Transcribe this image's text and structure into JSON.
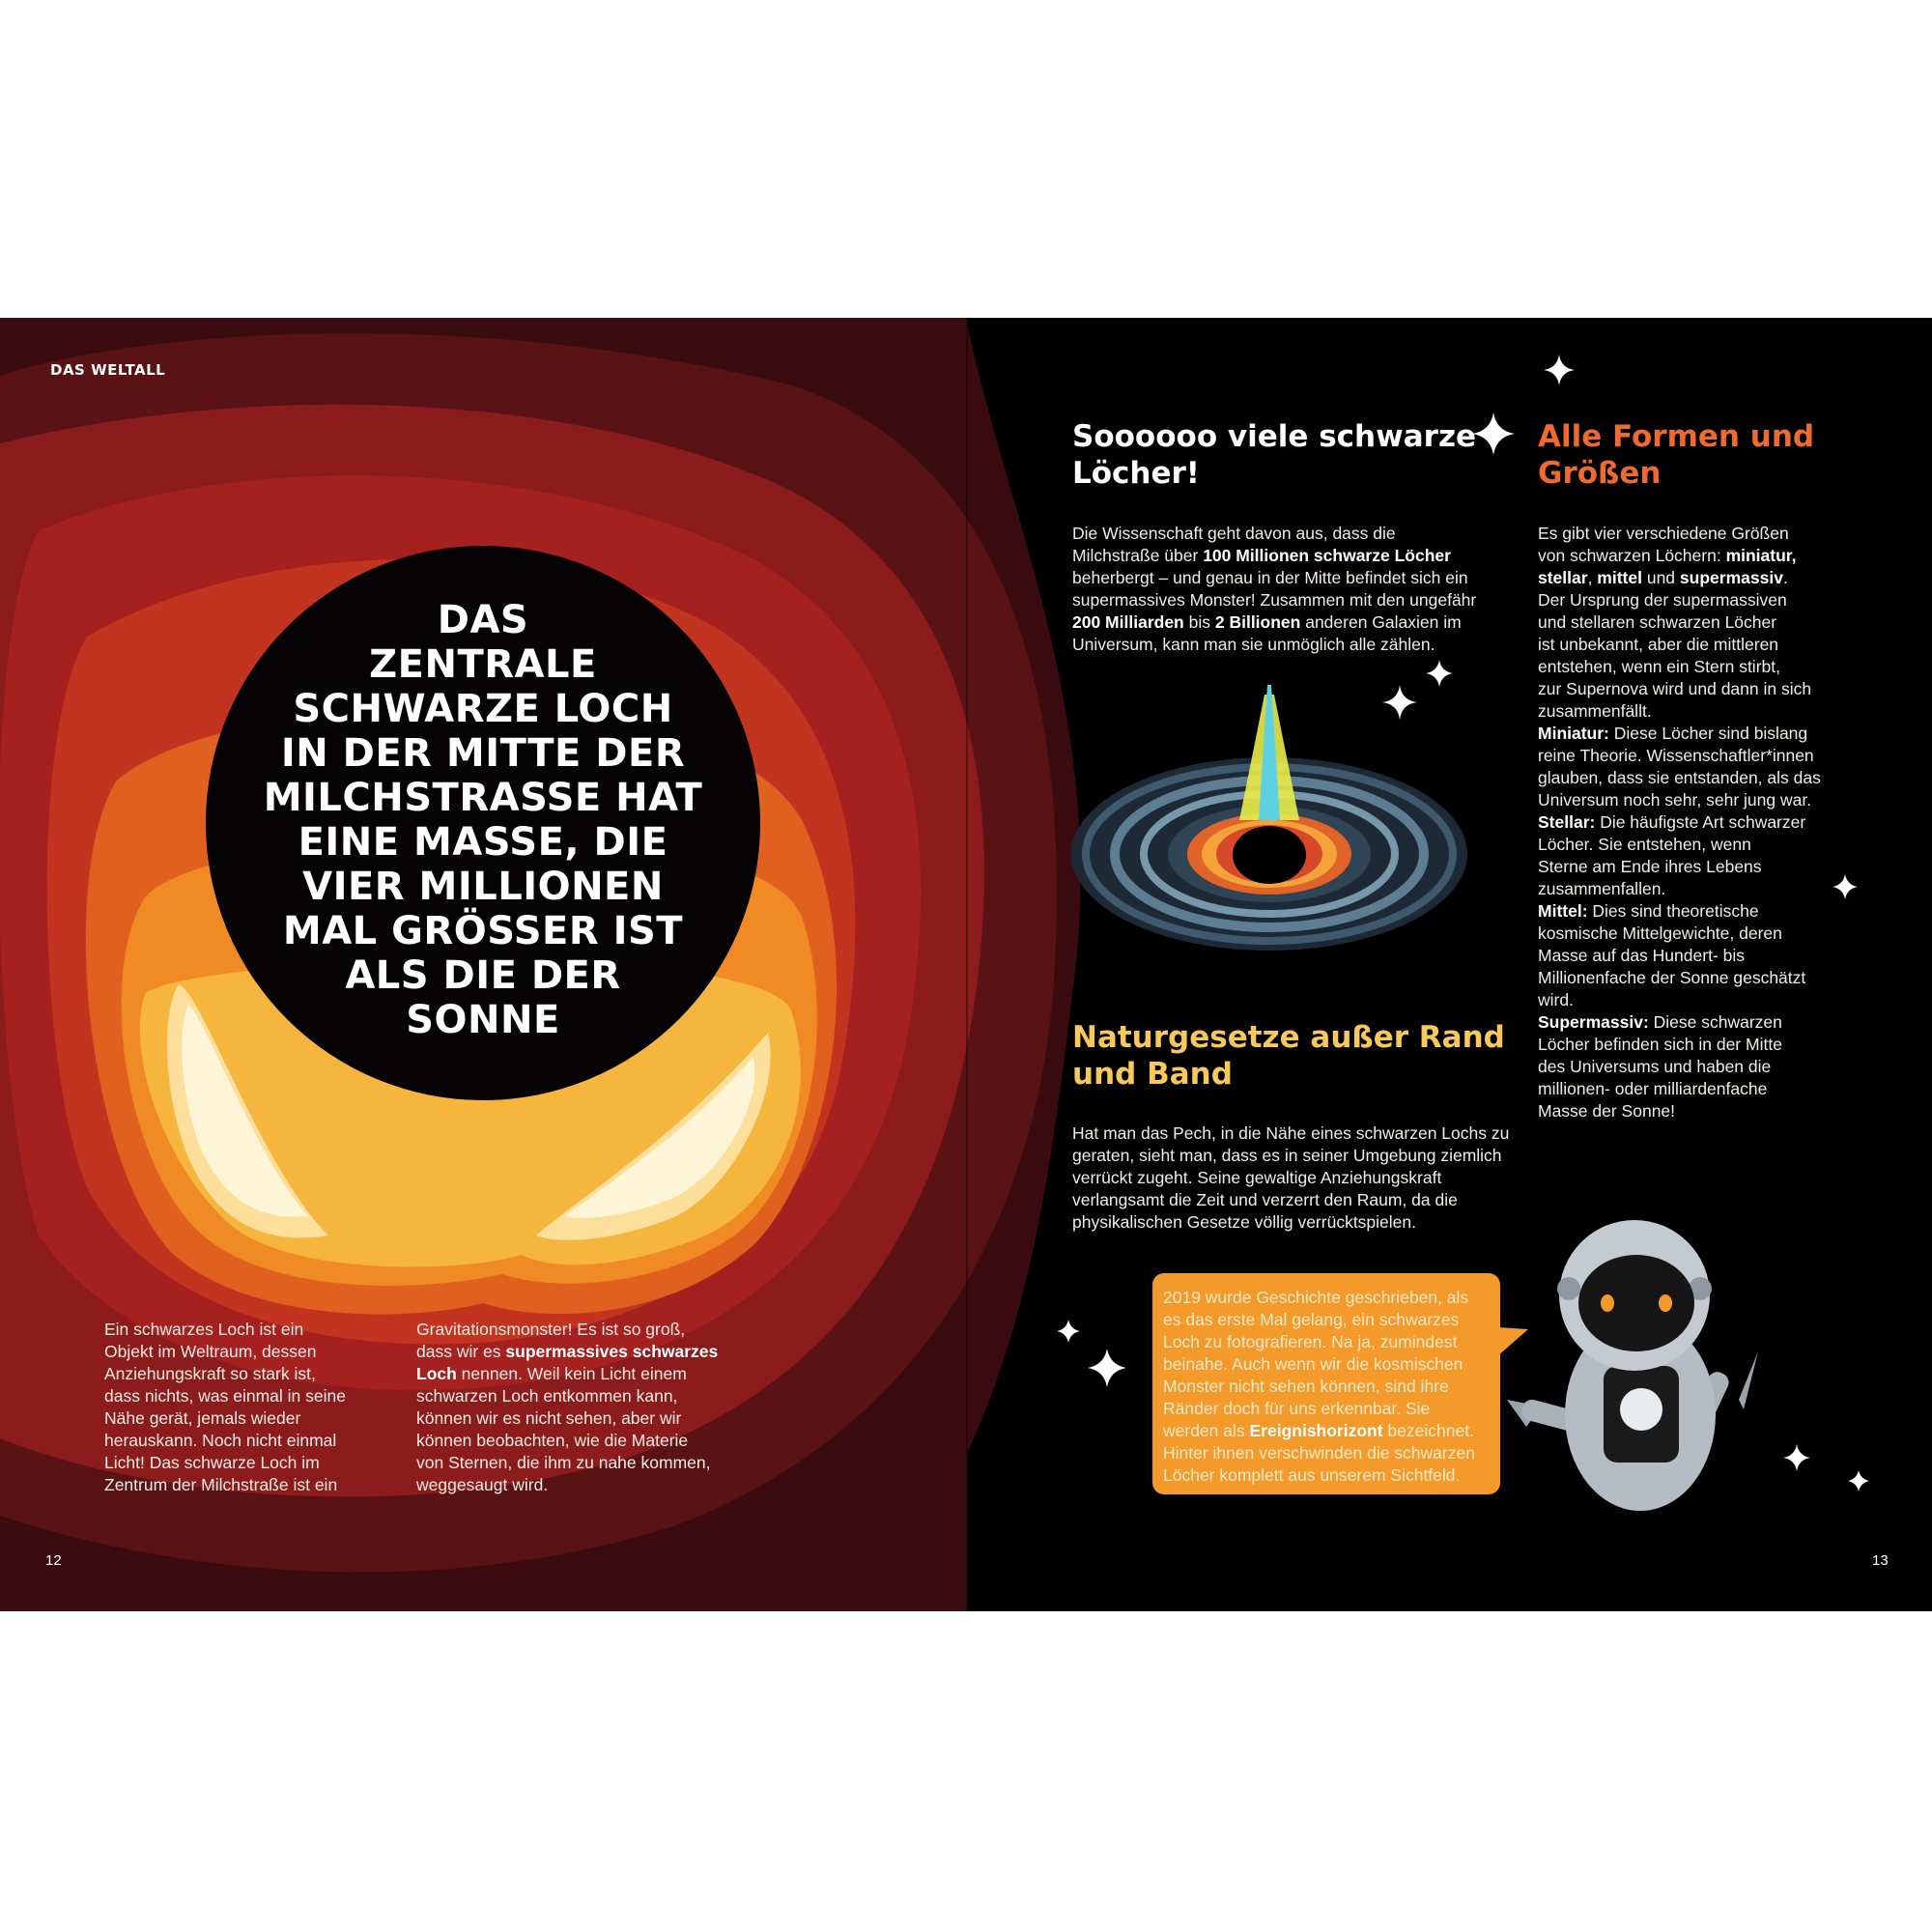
{
  "left_page": {
    "section_label": "DAS WELTALL",
    "headline_lines": [
      "DAS",
      "ZENTRALE",
      "SCHWARZE LOCH",
      "IN DER MITTE DER",
      "MILCHSTRASSE HAT",
      "EINE MASSE, DIE",
      "VIER MILLIONEN",
      "MAL GRÖSSER IST",
      "ALS DIE DER",
      "SONNE"
    ],
    "col1_lines": [
      "Ein schwarzes Loch ist ein",
      "Objekt im Weltraum, dessen",
      "Anziehungskraft so stark ist,",
      "dass nichts, was einmal in seine",
      "Nähe gerät, jemals wieder",
      "herauskann. Noch nicht einmal",
      "Licht! Das schwarze Loch im",
      "Zentrum der Milchstraße ist ein"
    ],
    "col2_lines": [
      "Gravitationsmonster! Es ist so groß,",
      [
        "dass wir es ",
        {
          "b": "supermassives schwarzes"
        }
      ],
      [
        {
          "b": "Loch"
        },
        " nennen. Weil kein Licht einem"
      ],
      "schwarzen Loch entkommen kann,",
      "können wir es nicht sehen, aber wir",
      "können beobachten, wie die Materie",
      "von Sternen, die ihm zu nahe kommen,",
      "weggesaugt wird."
    ],
    "page_number": "12"
  },
  "right_page": {
    "section1": {
      "heading_lines": [
        "Soooooo viele schwarze",
        "Löcher!"
      ],
      "body_lines": [
        "Die Wissenschaft geht davon aus, dass die",
        [
          "Milchstraße über ",
          {
            "b": "100 Millionen schwarze Löcher"
          }
        ],
        "beherbergt – und genau in der Mitte befindet sich ein",
        "supermassives Monster! Zusammen mit den ungefähr",
        [
          {
            "b": "200 Milliarden"
          },
          " bis ",
          {
            "b": "2 Billionen"
          },
          " anderen Galaxien im"
        ],
        "Universum, kann man sie unmöglich alle zählen."
      ]
    },
    "section2": {
      "heading_lines": [
        "Alle Formen und",
        "Größen"
      ],
      "body_lines": [
        "Es gibt vier verschiedene Größen",
        [
          "von schwarzen Löchern: ",
          {
            "b": "miniatur,"
          }
        ],
        [
          {
            "b": "stellar"
          },
          ", ",
          {
            "b": "mittel"
          },
          " und ",
          {
            "b": "supermassiv"
          },
          "."
        ],
        "Der Ursprung der supermassiven",
        "und stellaren schwarzen Löcher",
        "ist unbekannt, aber die mittleren",
        "entstehen, wenn ein Stern stirbt,",
        "zur Supernova wird und dann in sich",
        "zusammenfällt.",
        [
          {
            "b": "Miniatur:"
          },
          " Diese Löcher sind bislang"
        ],
        "reine Theorie. Wissenschaftler*innen",
        "glauben, dass sie entstanden, als das",
        "Universum noch sehr, sehr jung war.",
        [
          {
            "b": "Stellar:"
          },
          " Die häufigste Art schwarzer"
        ],
        "Löcher. Sie entstehen, wenn",
        "Sterne am Ende ihres Lebens",
        "zusammenfallen.",
        [
          {
            "b": "Mittel:"
          },
          " Dies sind theoretische"
        ],
        "kosmische Mittelgewichte, deren",
        "Masse auf das Hundert- bis",
        "Millionenfache der Sonne geschätzt",
        "wird.",
        [
          {
            "b": "Supermassiv:"
          },
          " Diese schwarzen"
        ],
        "Löcher befinden sich in der Mitte",
        "des Universums und haben die",
        "millionen- oder milliardenfache",
        "Masse der Sonne!"
      ]
    },
    "section3": {
      "heading_lines": [
        "Naturgesetze außer Rand",
        "und Band"
      ],
      "body_lines": [
        "Hat man das Pech, in die Nähe eines schwarzen Lochs zu",
        "geraten, sieht man, dass es in seiner Umgebung ziemlich",
        "verrückt zugeht. Seine gewaltige Anziehungskraft",
        "verlangsamt die Zeit und verzerrt den Raum, da die",
        "physikalischen Gesetze völlig verrücktspielen."
      ]
    },
    "callout_lines": [
      "2019 wurde Geschichte geschrieben, als",
      "es das erste Mal gelang, ein schwarzes",
      "Loch zu fotografieren. Na ja, zumindest",
      "beinahe. Auch wenn wir die kosmischen",
      "Monster nicht sehen können, sind ihre",
      "Ränder doch für uns erkennbar. Sie",
      [
        "werden als ",
        {
          "b": "Ereignishorizont"
        },
        " bezeichnet."
      ],
      "Hinter ihnen verschwinden die schwarzen",
      "Löcher komplett aus unserem Sichtfeld."
    ],
    "page_number": "13"
  },
  "colors": {
    "heading_orange": "#ef6a2e",
    "heading_yellow": "#f7c95a",
    "callout": "#f39a2b"
  }
}
